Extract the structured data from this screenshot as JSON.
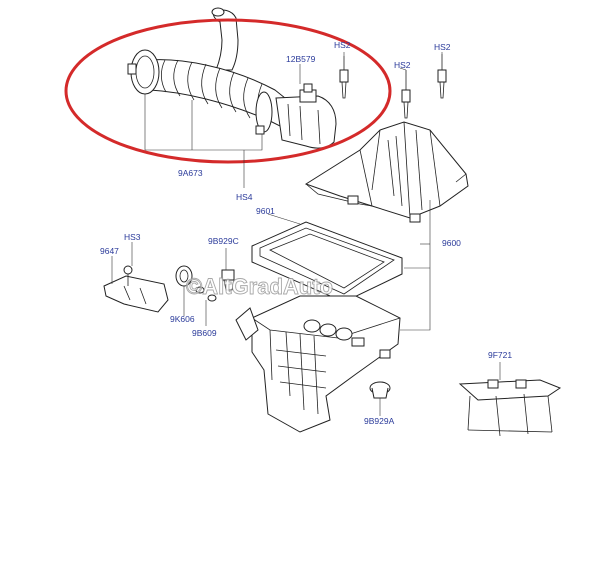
{
  "labels": {
    "hs2_a": "HS2",
    "hs2_b": "HS2",
    "hs2_c": "HS2",
    "p12b579": "12B579",
    "p9a673": "9A673",
    "hs4": "HS4",
    "p9601": "9601",
    "p9600": "9600",
    "hs3": "HS3",
    "p9647": "9647",
    "p9b929c": "9B929C",
    "p9k606": "9K606",
    "p9b609": "9B609",
    "p9b929a": "9B929A",
    "p9f721": "9F721"
  },
  "watermark": "©AltGradAuto",
  "colors": {
    "highlight": "#d42a2a",
    "label": "#2a3a9a",
    "line": "#222222"
  }
}
